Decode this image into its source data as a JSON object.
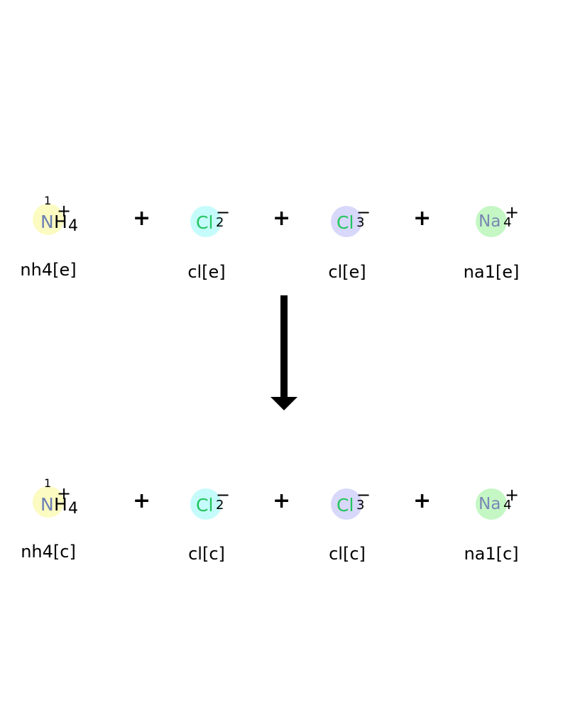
{
  "colors": {
    "nitrogen": "#6b7fb3",
    "chlorine": "#22c55e",
    "sodium": "#7a88b5",
    "nh4_bg": "#fbfbc2",
    "cl2_bg": "#c6fbfb",
    "cl3_bg": "#d8d8fa",
    "na_bg": "#c4f7c4"
  },
  "reactants": {
    "nh4": {
      "map": "1",
      "el": "N",
      "h": "H",
      "sub": "4",
      "charge": "+",
      "label": "nh4[e]"
    },
    "cl2": {
      "el": "Cl",
      "idx": "2",
      "charge": "−",
      "label": "cl[e]"
    },
    "cl3": {
      "el": "Cl",
      "idx": "3",
      "charge": "−",
      "label": "cl[e]"
    },
    "na": {
      "el": "Na",
      "idx": "4",
      "charge": "+",
      "label": "na1[e]"
    }
  },
  "products": {
    "nh4": {
      "map": "1",
      "el": "N",
      "h": "H",
      "sub": "4",
      "charge": "+",
      "label": "nh4[c]"
    },
    "cl2": {
      "el": "Cl",
      "idx": "2",
      "charge": "−",
      "label": "cl[c]"
    },
    "cl3": {
      "el": "Cl",
      "idx": "3",
      "charge": "−",
      "label": "cl[c]"
    },
    "na": {
      "el": "Na",
      "idx": "4",
      "charge": "+",
      "label": "na1[c]"
    }
  },
  "plus_sign": "+",
  "arrow_icon": "down-arrow-icon"
}
